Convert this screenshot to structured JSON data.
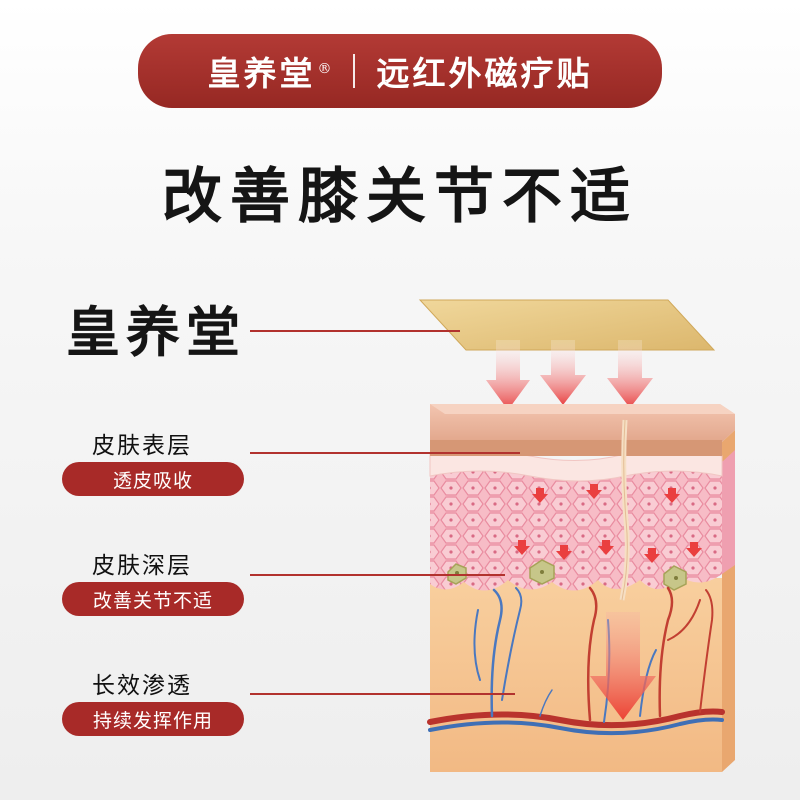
{
  "banner": {
    "brand": "皇养堂",
    "registered_mark": "®",
    "product": "远红外磁疗贴"
  },
  "headline": "改善膝关节不适",
  "diagram": {
    "patch_label": "皇养堂",
    "layers": [
      {
        "title": "皮肤表层",
        "tag": "透皮吸收"
      },
      {
        "title": "皮肤深层",
        "tag": "改善关节不适"
      },
      {
        "title": "长效渗透",
        "tag": "持续发挥作用"
      }
    ]
  },
  "colors": {
    "accent": "#a82a28",
    "patch": "#e8cc8a",
    "skin": "#f1c49a",
    "cells": "#f4a7b4"
  }
}
